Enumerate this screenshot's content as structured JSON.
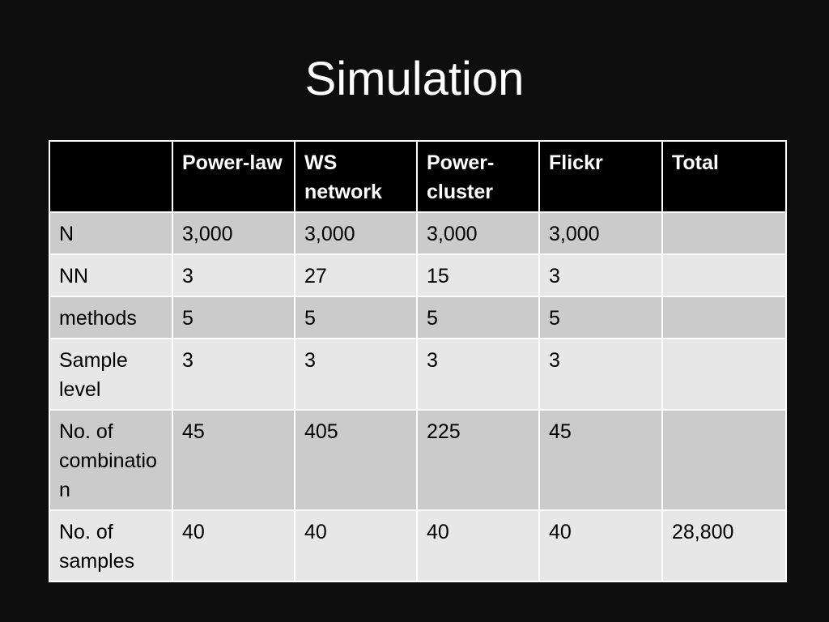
{
  "slide": {
    "title": "Simulation"
  },
  "table": {
    "headers": [
      "",
      "Power-law",
      "WS network",
      "Power-cluster",
      "Flickr",
      "Total"
    ],
    "rows": [
      [
        "N",
        "3,000",
        "3,000",
        "3,000",
        "3,000",
        ""
      ],
      [
        "NN",
        "3",
        "27",
        "15",
        "3",
        ""
      ],
      [
        "methods",
        "5",
        "5",
        "5",
        "5",
        ""
      ],
      [
        "Sample level",
        "3",
        "3",
        "3",
        "3",
        ""
      ],
      [
        "No. of combination",
        "45",
        "405",
        "225",
        "45",
        ""
      ],
      [
        "No. of samples",
        "40",
        "40",
        "40",
        "40",
        "28,800"
      ]
    ]
  },
  "colors": {
    "background": "#0e0e0e",
    "header_bg": "#000000",
    "row_dark": "#cbcbcb",
    "row_light": "#e7e7e7",
    "border": "#ffffff"
  }
}
